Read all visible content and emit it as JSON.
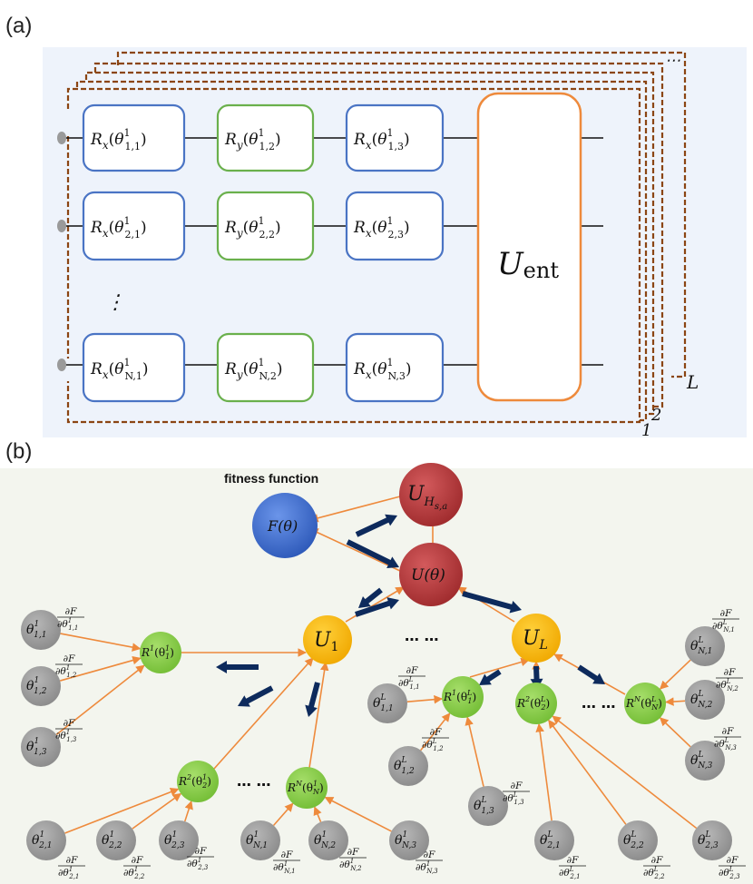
{
  "panel_a": {
    "label": "(a)",
    "layer_labels": [
      "1",
      "2",
      "L"
    ],
    "more_layers": "⋯",
    "vertical_dots": "⋮",
    "rows": [
      {
        "gates": [
          "R_x(θ^1_{1,1})",
          "R_y(θ^1_{1,2})",
          "R_x(θ^1_{1,3})"
        ],
        "parts": [
          [
            "R",
            "x",
            "θ",
            "1",
            "1,1"
          ],
          [
            "R",
            "y",
            "θ",
            "1",
            "1,2"
          ],
          [
            "R",
            "x",
            "θ",
            "1",
            "1,3"
          ]
        ]
      },
      {
        "gates": [
          "R_x(θ^1_{2,1})",
          "R_y(θ^1_{2,2})",
          "R_x(θ^1_{2,3})"
        ],
        "parts": [
          [
            "R",
            "x",
            "θ",
            "1",
            "2,1"
          ],
          [
            "R",
            "y",
            "θ",
            "1",
            "2,2"
          ],
          [
            "R",
            "x",
            "θ",
            "1",
            "2,3"
          ]
        ]
      },
      {
        "gates": [
          "R_x(θ^1_{N,1})",
          "R_y(θ^1_{N,2})",
          "R_x(θ^1_{N,3})"
        ],
        "parts": [
          [
            "R",
            "x",
            "θ",
            "1",
            "N,1"
          ],
          [
            "R",
            "y",
            "θ",
            "1",
            "N,2"
          ],
          [
            "R",
            "x",
            "θ",
            "1",
            "N,3"
          ]
        ]
      }
    ],
    "entangler": {
      "main": "U",
      "sub": "ent"
    },
    "colors": {
      "rx": "#4a74c4",
      "ry": "#6ab04c",
      "ent": "#ee8a3c",
      "layer_border": "#8b4513",
      "bg": "#eef3fb"
    }
  },
  "panel_b": {
    "label": "(b)",
    "fitness_label": "fitness function",
    "F": "F(θ)",
    "UH": {
      "main": "U",
      "sub": "H",
      "subsub": "s,a"
    },
    "Utheta": "U(θ)",
    "U1": {
      "main": "U",
      "sub": "1"
    },
    "UL": {
      "main": "U",
      "sub": "L"
    },
    "dots": "⋯ ⋯",
    "R_nodes_layer1": [
      {
        "sup": "1",
        "arg": "θ",
        "argsup": "1",
        "argsub": "1"
      },
      {
        "sup": "2",
        "arg": "θ",
        "argsup": "1",
        "argsub": "2"
      },
      {
        "sup": "N",
        "arg": "θ",
        "argsup": "1",
        "argsub": "N"
      }
    ],
    "R_nodes_layerL": [
      {
        "sup": "1",
        "arg": "θ",
        "argsup": "L",
        "argsub": "1"
      },
      {
        "sup": "2",
        "arg": "θ",
        "argsup": "L",
        "argsub": "2"
      },
      {
        "sup": "N",
        "arg": "θ",
        "argsup": "L",
        "argsub": "N"
      }
    ],
    "theta_nodes": [
      {
        "sup": "1",
        "sub": "1,1"
      },
      {
        "sup": "1",
        "sub": "1,2"
      },
      {
        "sup": "1",
        "sub": "1,3"
      },
      {
        "sup": "1",
        "sub": "2,1"
      },
      {
        "sup": "1",
        "sub": "2,2"
      },
      {
        "sup": "1",
        "sub": "2,3"
      },
      {
        "sup": "1",
        "sub": "N,1"
      },
      {
        "sup": "1",
        "sub": "N,2"
      },
      {
        "sup": "1",
        "sub": "N,3"
      },
      {
        "sup": "L",
        "sub": "1,1"
      },
      {
        "sup": "L",
        "sub": "1,2"
      },
      {
        "sup": "L",
        "sub": "1,3"
      },
      {
        "sup": "L",
        "sub": "2,1"
      },
      {
        "sup": "L",
        "sub": "2,2"
      },
      {
        "sup": "L",
        "sub": "2,3"
      },
      {
        "sup": "L",
        "sub": "N,1"
      },
      {
        "sup": "L",
        "sub": "N,2"
      },
      {
        "sup": "L",
        "sub": "N,3"
      }
    ],
    "grad_numerator": "∂F",
    "grad_denominator_prefix": "∂θ",
    "colors": {
      "F": "#3f6fd1",
      "U_red": "#b8383a",
      "U_gold": "#f5b800",
      "R_green": "#8cd04a",
      "theta_gray": "#9a9a9a",
      "arrow_navy": "#0d2a5c",
      "edge_orange": "#ee8a3c",
      "bg": "#f3f5ee"
    }
  }
}
